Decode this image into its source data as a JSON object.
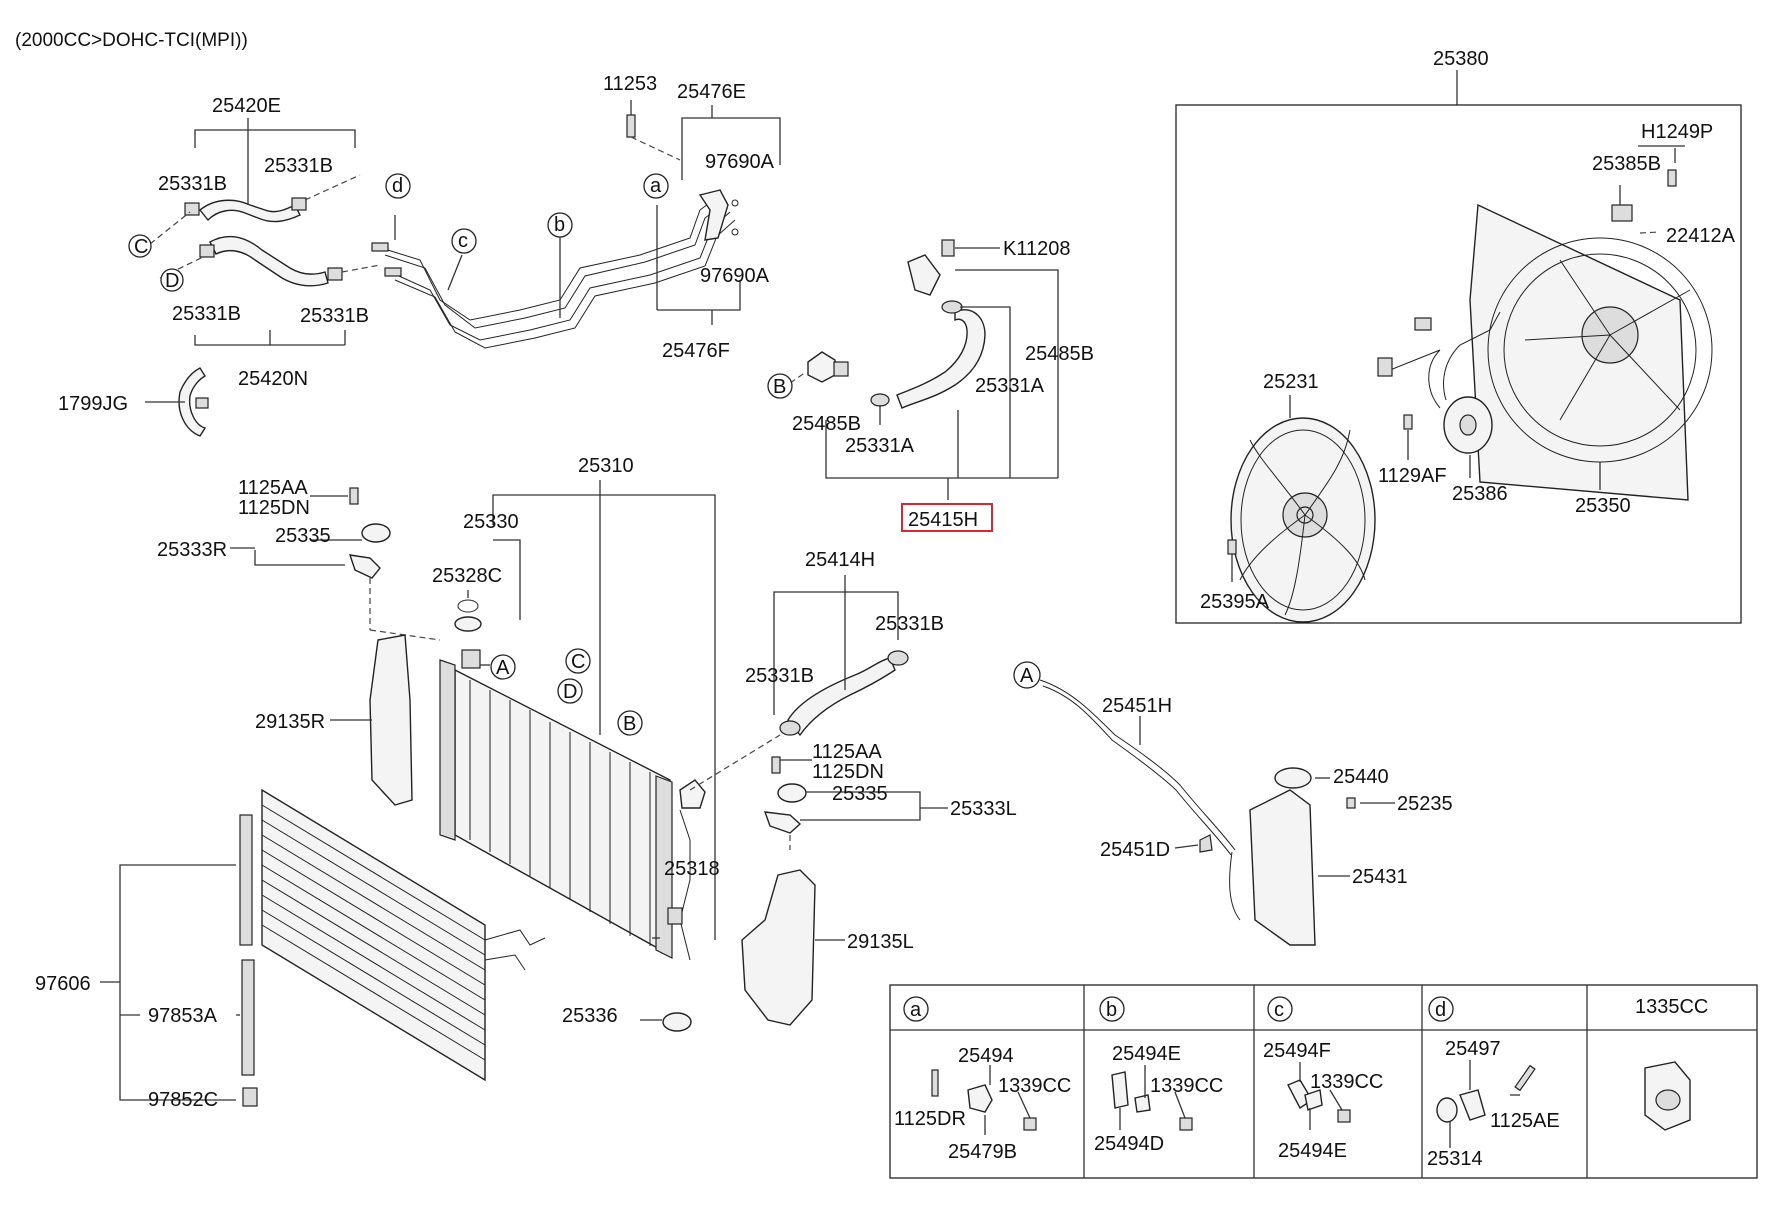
{
  "diagram": {
    "header": "(2000CC>DOHC-TCI(MPI))",
    "highlight_color": "#d9282f",
    "highlighted_part": "25415H",
    "labels": {
      "p25420E": "25420E",
      "p25331B_a": "25331B",
      "p25331B_b": "25331B",
      "p25331B_c": "25331B",
      "p25331B_d": "25331B",
      "p25420N": "25420N",
      "p1799JG": "1799JG",
      "p11253": "11253",
      "p25476E": "25476E",
      "p97690A_a": "97690A",
      "p97690A_b": "97690A",
      "p25476F": "25476F",
      "pK11208": "K11208",
      "p25485B_a": "25485B",
      "p25485B_b": "25485B",
      "p25331A_a": "25331A",
      "p25331A_b": "25331A",
      "p25415H": "25415H",
      "p25380": "25380",
      "pH1249P": "H1249P",
      "p25385B": "25385B",
      "p22412A": "22412A",
      "p25231": "25231",
      "p1129AF": "1129AF",
      "p25386": "25386",
      "p25350": "25350",
      "p25395A": "25395A",
      "p25310": "25310",
      "p1125AA_a": "1125AA",
      "p1125DN_a": "1125DN",
      "p25335_a": "25335",
      "p25333R": "25333R",
      "p25330": "25330",
      "p25328C": "25328C",
      "p29135R": "29135R",
      "p25414H": "25414H",
      "p25331B_e": "25331B",
      "p25331B_f": "25331B",
      "p1125AA_b": "1125AA",
      "p1125DN_b": "1125DN",
      "p25335_b": "25335",
      "p25333L": "25333L",
      "p25318": "25318",
      "p29135L": "29135L",
      "p25336": "25336",
      "p97606": "97606",
      "p97853A": "97853A",
      "p97852C": "97852C",
      "p25451H": "25451H",
      "p25440": "25440",
      "p25235": "25235",
      "p25451D": "25451D",
      "p25431": "25431"
    },
    "callouts": {
      "c_left": "C",
      "d_left": "D",
      "b_hose": "B",
      "a_rad": "A",
      "c_rad": "C",
      "d_rad": "D",
      "b_rad": "B",
      "a_res": "A",
      "d_pipe": "d",
      "c_pipe": "c",
      "b_pipe": "b",
      "a_pipe": "a"
    },
    "table": {
      "headers": [
        "a",
        "b",
        "c",
        "d",
        "1335CC"
      ],
      "a": [
        "25494",
        "1339CC",
        "1125DR",
        "25479B"
      ],
      "b": [
        "25494E",
        "1339CC",
        "25494D"
      ],
      "c": [
        "25494F",
        "1339CC",
        "25494E"
      ],
      "d": [
        "25497",
        "1125AE",
        "25314"
      ]
    }
  }
}
